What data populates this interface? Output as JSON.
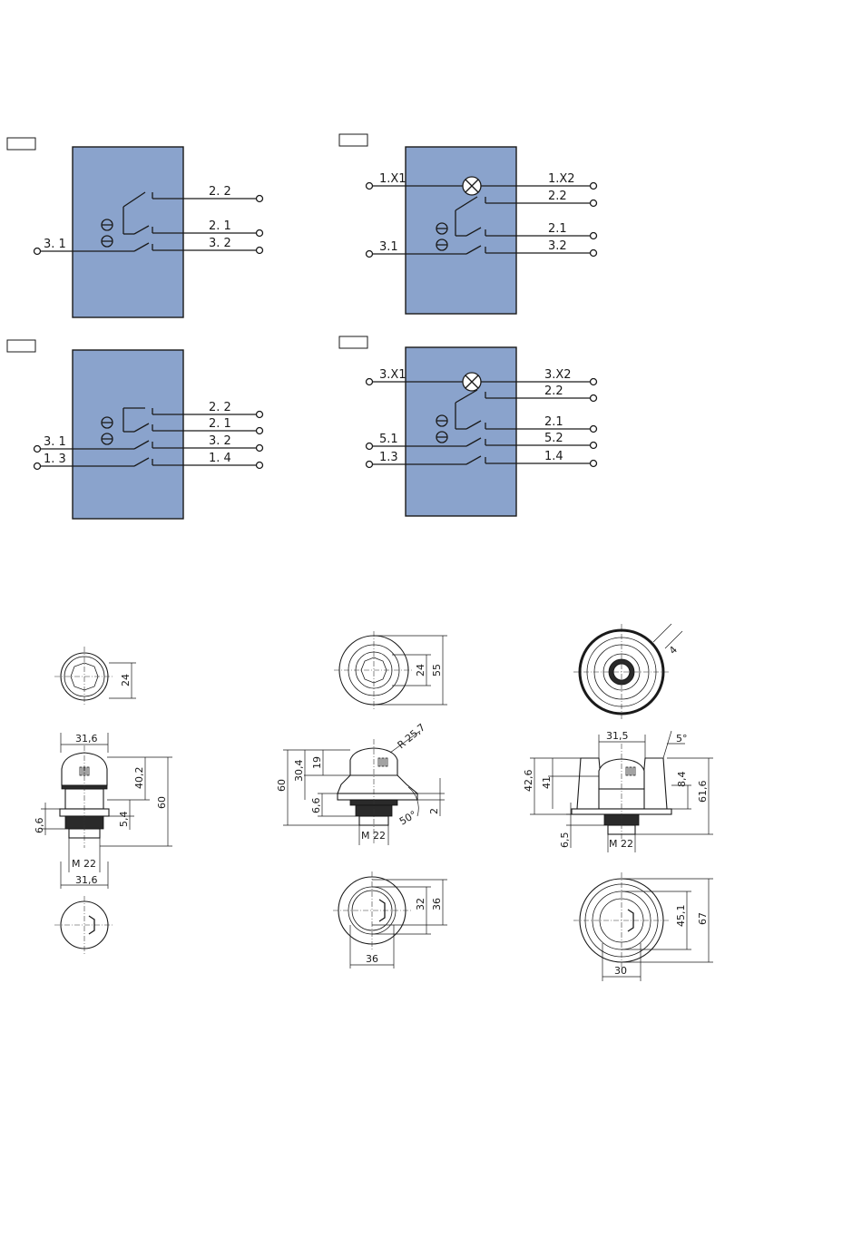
{
  "colors": {
    "schematic_box": "#8aa3cc",
    "line": "#1a1a1a"
  },
  "schematics": [
    {
      "id": "a",
      "terminals": [
        "2. 2",
        "2. 1",
        "3. 2",
        "3. 1"
      ]
    },
    {
      "id": "b",
      "terminals": [
        "1.X1",
        "1.X2",
        "2.2",
        "2.1",
        "3.2",
        "3.1"
      ]
    },
    {
      "id": "c",
      "terminals": [
        "2. 2",
        "2. 1",
        "3. 2",
        "3. 1",
        "1. 4",
        "1. 3"
      ]
    },
    {
      "id": "d",
      "terminals": [
        "3.X1",
        "3.X2",
        "2.2",
        "2.1",
        "5.2",
        "5.1",
        "1.4",
        "1.3"
      ]
    }
  ],
  "dimensions": {
    "d1": {
      "top_dia": "24",
      "width_top": "31,6",
      "h_40": "40,2",
      "h_60": "60",
      "h_6": "6,6",
      "h_5": "5,4",
      "thread": "M 22",
      "width_bottom": "31,6"
    },
    "d2": {
      "dia_24": "24",
      "dia_55": "55",
      "radius": "R 25,7",
      "h_60": "60",
      "h_30": "30,4",
      "h_19": "19",
      "h_6": "6,6",
      "angle": "50°",
      "h_2": "2",
      "thread": "M 22",
      "dia_32": "32",
      "dia_36v": "36",
      "width_36": "36"
    },
    "d3": {
      "dia_4": "4",
      "dia_31": "31,5",
      "angle": "5°",
      "h_42": "42,6",
      "h_41": "41",
      "h_8": "8,4",
      "h_61": "61,6",
      "h_6": "6,5",
      "thread": "M 22",
      "dia_45": "45,1",
      "dia_67": "67",
      "width_30": "30"
    }
  }
}
